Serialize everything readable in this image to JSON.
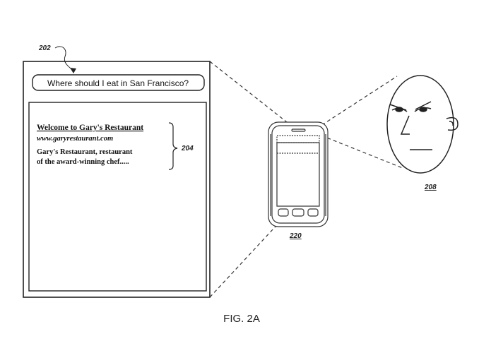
{
  "refs": {
    "screen": "202",
    "result": "204",
    "face": "208",
    "phone": "220"
  },
  "query": {
    "text": "Where should I eat in San Francisco?"
  },
  "result": {
    "title": "Welcome to Gary's Restaurant",
    "url": "www.garyrestaurant.com",
    "snippet_line1": "Gary's Restaurant, restaurant",
    "snippet_line2": "of the award-winning chef....."
  },
  "caption": "FIG. 2A",
  "colors": {
    "ink": "#222222",
    "paper": "#ffffff"
  }
}
